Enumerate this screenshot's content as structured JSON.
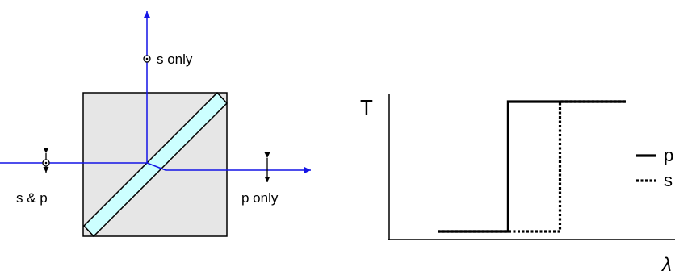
{
  "colors": {
    "cube_fill": "#e6e6e6",
    "cube_stroke": "#000000",
    "coating_fill": "#ccffff",
    "beam": "#1414e6",
    "axis": "#000000",
    "p_curve": "#000000",
    "s_curve": "#000000"
  },
  "beam_splitter": {
    "input_label": "s & p",
    "reflected_label": "s only",
    "transmitted_label": "p only",
    "icons": [
      "input-polarization-s-and-p-icon",
      "reflected-polarization-s-icon",
      "transmitted-polarization-p-icon"
    ]
  },
  "chart_data": {
    "type": "line",
    "ylabel": "T",
    "xlabel": "λ",
    "legend_placement": "right",
    "series": [
      {
        "name": "p",
        "line_style": "solid",
        "points": [
          [
            0,
            0
          ],
          [
            1.5,
            0
          ],
          [
            1.5,
            1
          ],
          [
            4,
            1
          ]
        ]
      },
      {
        "name": "s",
        "line_style": "dotted",
        "points": [
          [
            0,
            0
          ],
          [
            2.6,
            0
          ],
          [
            2.6,
            1
          ],
          [
            4,
            1
          ]
        ]
      }
    ],
    "xlim": [
      0,
      4
    ],
    "ylim": [
      0,
      1
    ]
  }
}
